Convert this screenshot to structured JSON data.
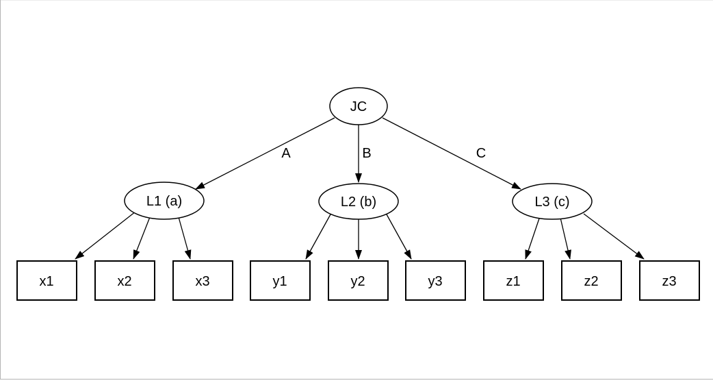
{
  "window": {
    "background": "#ffffff",
    "left_border_color": "#b4b4b4",
    "bottom_border_color": "#b4b4b4",
    "top_border_color": "#ececec"
  },
  "diagram": {
    "type": "directed-tree",
    "stroke_color": "#000000",
    "text_color": "#000000",
    "node_fill": "#ffffff",
    "root": {
      "label": "JC",
      "shape": "ellipse"
    },
    "edge_labels": [
      {
        "text": "A"
      },
      {
        "text": "B"
      },
      {
        "text": "C"
      }
    ],
    "latent_nodes": [
      {
        "label": "L1 (a)",
        "shape": "ellipse"
      },
      {
        "label": "L2 (b)",
        "shape": "ellipse"
      },
      {
        "label": "L3 (c)",
        "shape": "ellipse"
      }
    ],
    "observed_nodes": [
      {
        "label": "x1",
        "shape": "box"
      },
      {
        "label": "x2",
        "shape": "box"
      },
      {
        "label": "x3",
        "shape": "box"
      },
      {
        "label": "y1",
        "shape": "box"
      },
      {
        "label": "y2",
        "shape": "box"
      },
      {
        "label": "y3",
        "shape": "box"
      },
      {
        "label": "z1",
        "shape": "box"
      },
      {
        "label": "z2",
        "shape": "box"
      },
      {
        "label": "z3",
        "shape": "box"
      }
    ],
    "edges": [
      {
        "from": "JC",
        "to": "L1 (a)",
        "label": "A"
      },
      {
        "from": "JC",
        "to": "L2 (b)",
        "label": "B"
      },
      {
        "from": "JC",
        "to": "L3 (c)",
        "label": "C"
      },
      {
        "from": "L1 (a)",
        "to": "x1",
        "label": ""
      },
      {
        "from": "L1 (a)",
        "to": "x2",
        "label": ""
      },
      {
        "from": "L1 (a)",
        "to": "x3",
        "label": ""
      },
      {
        "from": "L2 (b)",
        "to": "y1",
        "label": ""
      },
      {
        "from": "L2 (b)",
        "to": "y2",
        "label": ""
      },
      {
        "from": "L2 (b)",
        "to": "y3",
        "label": ""
      },
      {
        "from": "L3 (c)",
        "to": "z1",
        "label": ""
      },
      {
        "from": "L3 (c)",
        "to": "z2",
        "label": ""
      },
      {
        "from": "L3 (c)",
        "to": "z3",
        "label": ""
      }
    ]
  }
}
